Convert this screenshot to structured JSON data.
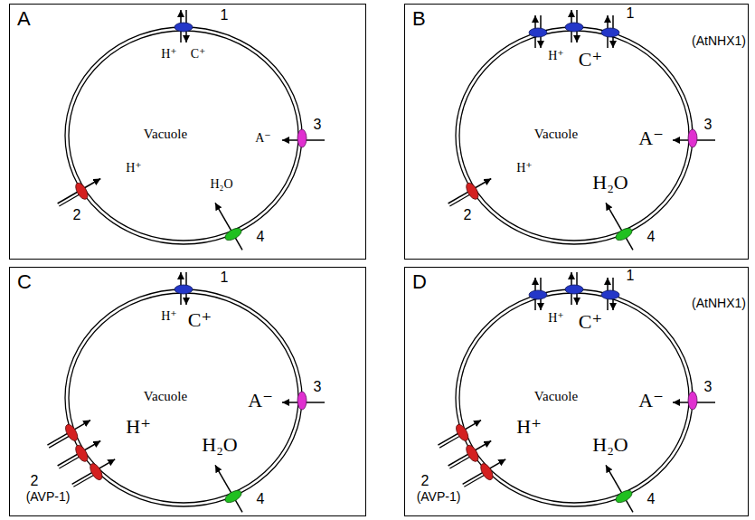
{
  "diagram": {
    "nodes": [
      {
        "text": [
          "A"
        ]
      },
      {
        "text": [
          "Vacuole"
        ],
        "in": 0
      },
      {
        "text": [
          "B"
        ]
      },
      {
        "text": [
          "Vacuole"
        ],
        "in": 2
      },
      {
        "text": [
          "C"
        ]
      },
      {
        "text": [
          "Vacuole"
        ],
        "in": 4
      },
      {
        "text": [
          "D"
        ]
      },
      {
        "text": [
          "Vacuole"
        ],
        "in": 6
      }
    ],
    "labels": [
      "1",
      "H⁺",
      "C⁺",
      "A⁻",
      "3",
      "2",
      "H⁺",
      "H₂O",
      "4",
      "1",
      "(AtNHX1)",
      "H⁺",
      "C⁺",
      "A⁻",
      "3",
      "2",
      "H⁺",
      "H₂O",
      "4",
      "1",
      "H⁺",
      "C⁺",
      "A⁻",
      "3",
      "2",
      "H⁺",
      "H₂O",
      "4",
      "(AVP-1)",
      "1",
      "(AtNHX1)",
      "H⁺",
      "C⁺",
      "A⁻",
      "3",
      "2",
      "H⁺",
      "H₂O",
      "4",
      "(AVP-1)"
    ]
  }
}
